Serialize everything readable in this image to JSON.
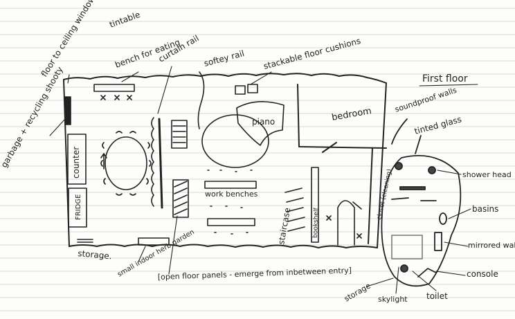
{
  "title": "First floor",
  "labels": {
    "floor_to_ceiling_windows": "floor to ceiling windows",
    "tintable": "tintable",
    "bench_for_eating": "bench for eating",
    "curtain_rail": "curtain rail",
    "softey_rail": "softey rail",
    "stackable_floor_cushions": "stackable floor cushions",
    "garbage": "garbage + recycling shooty",
    "counter": "counter",
    "fridge": "FRIDGE",
    "storage_left": "storage.",
    "small_indoor_herb_garden": "small indoor herb garden",
    "open_floor_panels": "[open floor panels - emerge from inbetween entry]",
    "piano": "piano",
    "work_benches": "work benches",
    "staircase": "staircase",
    "bookshelf": "bookshelf",
    "bedroom": "bedroom",
    "closet": "closet (cleaning)",
    "soundproof_walls": "soundproof walls",
    "tinted_glass": "tinted glass",
    "shower_head": "shower head",
    "basins": "basins",
    "mirrored_wall": "mirrored wall",
    "console": "console",
    "toilet": "toilet",
    "skylight": "skylight",
    "storage_right": "storage"
  }
}
